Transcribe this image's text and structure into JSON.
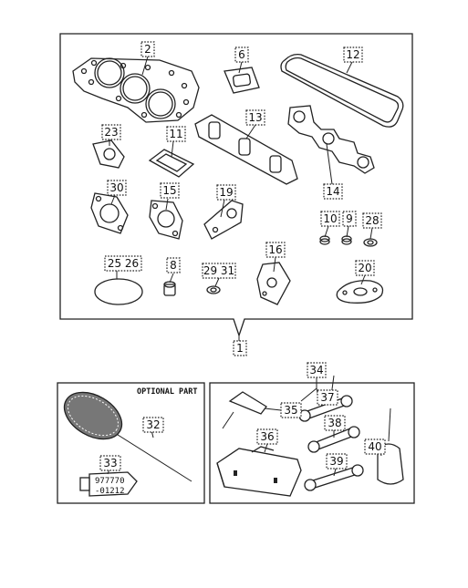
{
  "diagram": {
    "optional_label": "OPTIONAL PART",
    "tube_text_line1": "977770",
    "tube_text_line2": "-01212",
    "callouts": [
      {
        "id": "c1",
        "label": "1"
      },
      {
        "id": "c2",
        "label": "2"
      },
      {
        "id": "c6",
        "label": "6"
      },
      {
        "id": "c12",
        "label": "12"
      },
      {
        "id": "c13",
        "label": "13"
      },
      {
        "id": "c23",
        "label": "23"
      },
      {
        "id": "c11",
        "label": "11"
      },
      {
        "id": "c30",
        "label": "30"
      },
      {
        "id": "c15",
        "label": "15"
      },
      {
        "id": "c19",
        "label": "19"
      },
      {
        "id": "c14",
        "label": "14"
      },
      {
        "id": "c10",
        "label": "10"
      },
      {
        "id": "c9",
        "label": "9"
      },
      {
        "id": "c28",
        "label": "28"
      },
      {
        "id": "c25-26",
        "label": "25 26"
      },
      {
        "id": "c8",
        "label": "8"
      },
      {
        "id": "c29-31",
        "label": "29 31"
      },
      {
        "id": "c16",
        "label": "16"
      },
      {
        "id": "c20",
        "label": "20"
      },
      {
        "id": "c34",
        "label": "34"
      },
      {
        "id": "c32",
        "label": "32"
      },
      {
        "id": "c33",
        "label": "33"
      },
      {
        "id": "c35",
        "label": "35"
      },
      {
        "id": "c36",
        "label": "36"
      },
      {
        "id": "c37",
        "label": "37"
      },
      {
        "id": "c38",
        "label": "38"
      },
      {
        "id": "c39",
        "label": "39"
      },
      {
        "id": "c40",
        "label": "40"
      }
    ]
  }
}
